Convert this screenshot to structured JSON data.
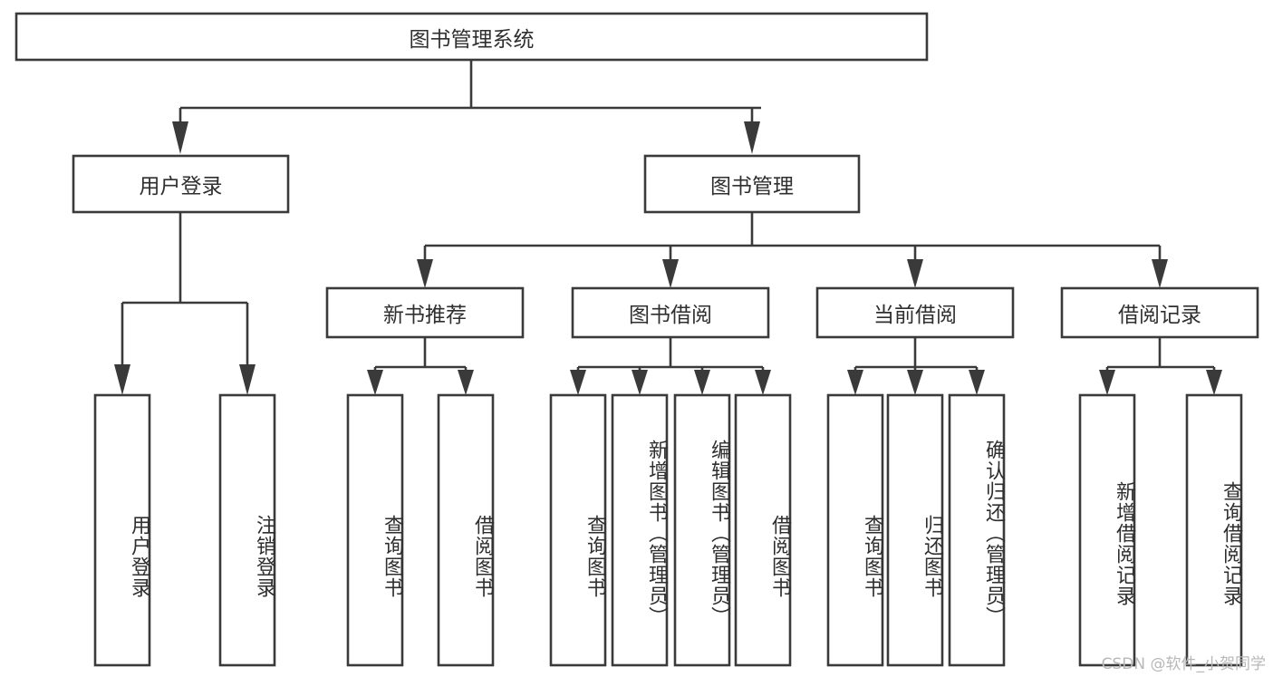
{
  "diagram": {
    "title": "图书管理系统",
    "type": "tree-hierarchy-flowchart",
    "watermark": "CSDN @软件_小贺同学",
    "colors": {
      "background": "#ffffff",
      "box_fill": "#ffffff",
      "box_stroke": "#3a3a3a",
      "connector": "#3a3a3a",
      "text": "#2f2f2f",
      "watermark": "#b8b8b8"
    },
    "root": {
      "label": "图书管理系统"
    },
    "level2": [
      {
        "label": "用户登录"
      },
      {
        "label": "图书管理"
      }
    ],
    "level3": [
      {
        "label": "新书推荐"
      },
      {
        "label": "图书借阅"
      },
      {
        "label": "当前借阅"
      },
      {
        "label": "借阅记录"
      }
    ],
    "leaves": {
      "user_login": [
        {
          "label": "用户登录"
        },
        {
          "label": "注销登录"
        }
      ],
      "new_book_recommend": [
        {
          "label": "查询图书"
        },
        {
          "label": "借阅图书"
        }
      ],
      "book_borrow": [
        {
          "label": "查询图书"
        },
        {
          "label": "新增图书（管理员）"
        },
        {
          "label": "编辑图书（管理员）"
        },
        {
          "label": "借阅图书"
        }
      ],
      "current_borrow": [
        {
          "label": "查询图书"
        },
        {
          "label": "归还图书"
        },
        {
          "label": "确认归还（管理员）"
        }
      ],
      "borrow_record": [
        {
          "label": "新增借阅记录"
        },
        {
          "label": "查询借阅记录"
        }
      ]
    }
  }
}
